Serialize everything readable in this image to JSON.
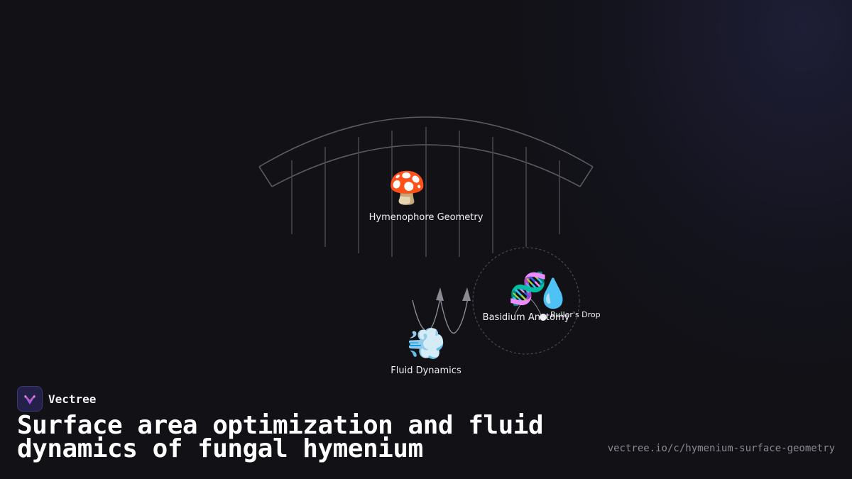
{
  "nodes": {
    "hymenophore": {
      "label": "Hymenophore Geometry",
      "icon": "mushroom-icon",
      "glyph": "🍄"
    },
    "basidium": {
      "label": "Basidium Anatomy",
      "icon": "dna-icon",
      "glyph": "🧬"
    },
    "fluid": {
      "label": "Fluid Dynamics",
      "icon": "dashing-away-icon",
      "glyph": "💨"
    },
    "buller": {
      "label": "Buller's Drop",
      "icon": "droplet-icon",
      "glyph": "💧"
    }
  },
  "brand": {
    "name": "Vectree",
    "icon": "vectree-logo-icon"
  },
  "title": "Surface area optimization and fluid dynamics of fungal hymenium",
  "url": "vectree.io/c/hymenium-surface-geometry",
  "colors": {
    "background": "#111116",
    "line": "#5a5a60",
    "text": "#ffffff",
    "muted": "#8a8a95",
    "logo_bg": "#23214a"
  }
}
